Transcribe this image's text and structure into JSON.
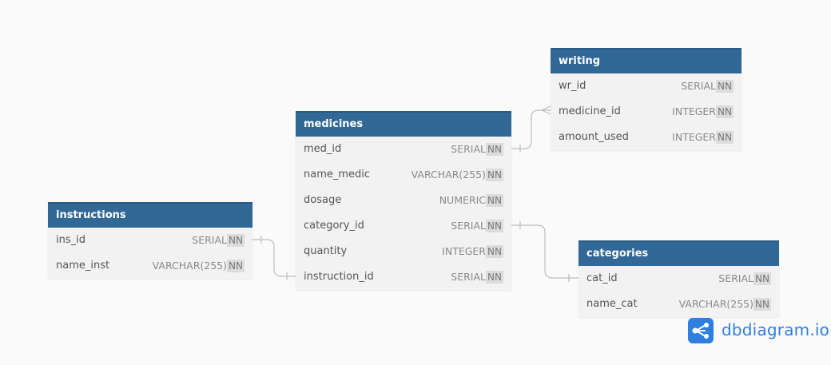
{
  "tables": {
    "writing": {
      "title": "writing",
      "rows": [
        {
          "name": "wr_id",
          "type": "SERIAL",
          "nn": "NN"
        },
        {
          "name": "medicine_id",
          "type": "INTEGER",
          "nn": "NN"
        },
        {
          "name": "amount_used",
          "type": "INTEGER",
          "nn": "NN"
        }
      ]
    },
    "medicines": {
      "title": "medicines",
      "rows": [
        {
          "name": "med_id",
          "type": "SERIAL",
          "nn": "NN"
        },
        {
          "name": "name_medic",
          "type": "VARCHAR(255)",
          "nn": "NN"
        },
        {
          "name": "dosage",
          "type": "NUMERIC",
          "nn": "NN"
        },
        {
          "name": "category_id",
          "type": "SERIAL",
          "nn": "NN"
        },
        {
          "name": "quantity",
          "type": "INTEGER",
          "nn": "NN"
        },
        {
          "name": "instruction_id",
          "type": "SERIAL",
          "nn": "NN"
        }
      ]
    },
    "instructions": {
      "title": "instructions",
      "rows": [
        {
          "name": "ins_id",
          "type": "SERIAL",
          "nn": "NN"
        },
        {
          "name": "name_inst",
          "type": "VARCHAR(255)",
          "nn": "NN"
        }
      ]
    },
    "categories": {
      "title": "categories",
      "rows": [
        {
          "name": "cat_id",
          "type": "SERIAL",
          "nn": "NN"
        },
        {
          "name": "name_cat",
          "type": "VARCHAR(255)",
          "nn": "NN"
        }
      ]
    }
  },
  "relations": [
    {
      "from": "medicines.med_id",
      "to": "writing.medicine_id",
      "type": "one-to-many"
    },
    {
      "from": "instructions.ins_id",
      "to": "medicines.instruction_id",
      "type": "one-to-one"
    },
    {
      "from": "medicines.category_id",
      "to": "categories.cat_id",
      "type": "one-to-one"
    }
  ],
  "branding": {
    "text": "dbdiagram.io"
  },
  "colors": {
    "header": "#316896",
    "row_bg": "#f2f2f2",
    "background": "#fafafa",
    "connector": "#bdbdbd",
    "brand": "#2f7fe0"
  }
}
